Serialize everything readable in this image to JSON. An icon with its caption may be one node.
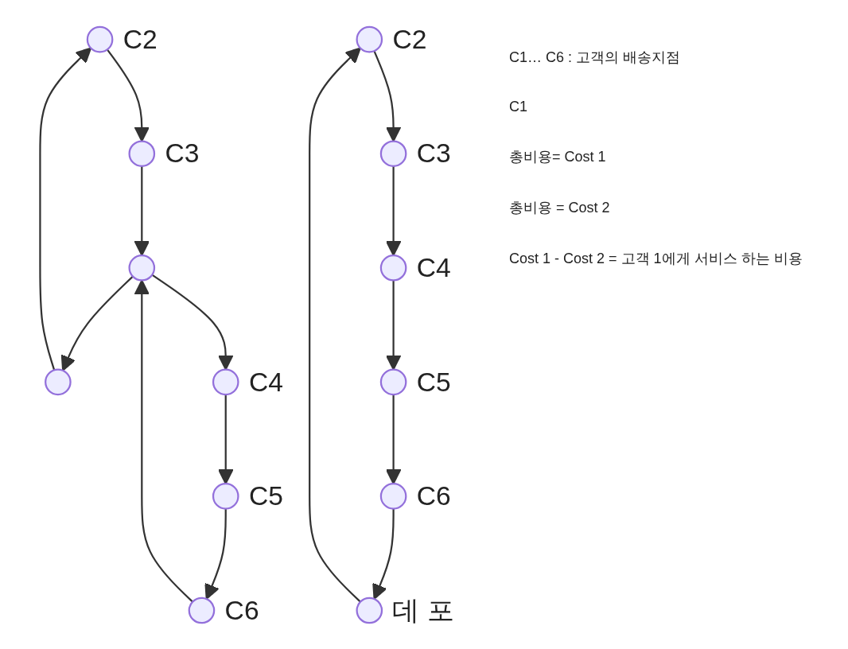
{
  "diagram": {
    "nodes": [
      {
        "text": [],
        "shape": "circle",
        "beside": [
          "C2"
        ]
      },
      {
        "text": [],
        "shape": "circle",
        "beside": [
          "C3"
        ]
      },
      {
        "text": [],
        "shape": "circle"
      },
      {
        "text": [],
        "shape": "circle"
      },
      {
        "text": [],
        "shape": "circle",
        "beside": [
          "C4"
        ]
      },
      {
        "text": [],
        "shape": "circle",
        "beside": [
          "C6"
        ]
      },
      {
        "text": [],
        "shape": "circle",
        "beside": [
          "C5"
        ]
      },
      {
        "text": [],
        "shape": "circle",
        "beside": [
          "C2"
        ]
      },
      {
        "text": [],
        "shape": "circle",
        "beside": [
          "C3"
        ]
      },
      {
        "text": [],
        "shape": "circle",
        "beside": [
          "데 포"
        ]
      },
      {
        "text": [],
        "shape": "circle",
        "beside": [
          "C4"
        ]
      },
      {
        "text": [],
        "shape": "circle",
        "beside": [
          "C6"
        ]
      },
      {
        "text": [],
        "shape": "circle",
        "beside": [
          "C5"
        ]
      }
    ],
    "edges": [
      {
        "from": 2,
        "to": 0,
        "arrow": "to"
      },
      {
        "from": 0,
        "to": 1,
        "arrow": "to"
      },
      {
        "from": 1,
        "to": 3,
        "arrow": "to"
      },
      {
        "from": 3,
        "to": 2,
        "arrow": "to"
      },
      {
        "from": 3,
        "to": 4,
        "arrow": "to"
      },
      {
        "from": 4,
        "to": 6,
        "arrow": "to"
      },
      {
        "from": 6,
        "to": 5,
        "arrow": "to"
      },
      {
        "from": 5,
        "to": 3,
        "arrow": "to"
      },
      {
        "from": 9,
        "to": 7,
        "arrow": "to"
      },
      {
        "from": 7,
        "to": 8,
        "arrow": "to"
      },
      {
        "from": 8,
        "to": 10,
        "arrow": "to"
      },
      {
        "from": 10,
        "to": 12,
        "arrow": "to"
      },
      {
        "from": 12,
        "to": 11,
        "arrow": "to"
      },
      {
        "from": 11,
        "to": 9,
        "arrow": "to"
      }
    ],
    "labels": [
      "C1… C6 : 고객의 배송지점",
      "C1",
      "총비용= Cost 1",
      "총비용 = Cost 2",
      "Cost 1 - Cost 2 = 고객 1에게 서비스 하는 비용"
    ]
  }
}
